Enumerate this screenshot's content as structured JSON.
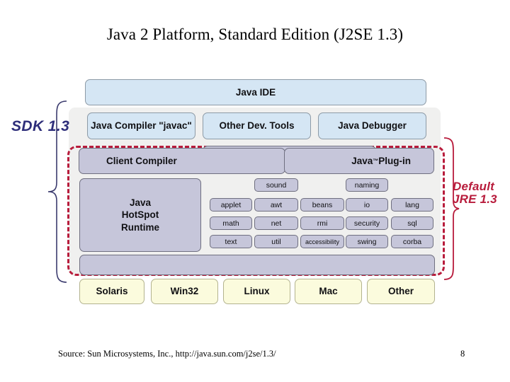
{
  "slide": {
    "title": "Java 2 Platform, Standard Edition (J2SE 1.3)",
    "page_number": "8",
    "source_note": "Source: Sun Microsystems, Inc., http://java.sun.com/j2se/1.3/"
  },
  "colors": {
    "tool_box_fill": "#d5e6f4",
    "runtime_box_fill": "#c6c6da",
    "platform_box_fill": "#fbfbdd",
    "sdk_panel_fill": "#f0f0ef",
    "jre_dashed_border": "#b81c3c",
    "sdk_label_color": "#2e2e7a",
    "jre_label_color": "#b81c3c"
  },
  "diagram": {
    "sdk_label": "SDK 1.3",
    "jre_label_line1": "Default",
    "jre_label_line2": "JRE 1.3",
    "ide": {
      "label": "Java IDE"
    },
    "dev_tools": [
      {
        "label": "Java Compiler \"javac\""
      },
      {
        "label": "Other Dev. Tools"
      },
      {
        "label": "Java Debugger"
      }
    ],
    "client_compiler": {
      "label": "Client Compiler"
    },
    "plugin": {
      "label": "Java",
      "trademark": "™",
      "suffix": " Plug-in"
    },
    "hotspot": {
      "line1": "Java",
      "line2": "HotSpot",
      "line3": "Runtime"
    },
    "api_grid": {
      "rows": [
        [
          {
            "label": "",
            "blank": true
          },
          {
            "label": "sound"
          },
          {
            "label": "",
            "blank": true
          },
          {
            "label": "naming"
          },
          {
            "label": "",
            "blank": true
          }
        ],
        [
          {
            "label": "applet"
          },
          {
            "label": "awt"
          },
          {
            "label": "beans"
          },
          {
            "label": "io"
          },
          {
            "label": "lang"
          }
        ],
        [
          {
            "label": "math"
          },
          {
            "label": "net"
          },
          {
            "label": "rmi"
          },
          {
            "label": "security"
          },
          {
            "label": "sql"
          }
        ],
        [
          {
            "label": "text"
          },
          {
            "label": "util"
          },
          {
            "label": "accessibility"
          },
          {
            "label": "swing"
          },
          {
            "label": "corba"
          }
        ]
      ]
    },
    "platforms": [
      {
        "label": "Solaris"
      },
      {
        "label": "Win32"
      },
      {
        "label": "Linux"
      },
      {
        "label": "Mac"
      },
      {
        "label": "Other"
      }
    ]
  }
}
